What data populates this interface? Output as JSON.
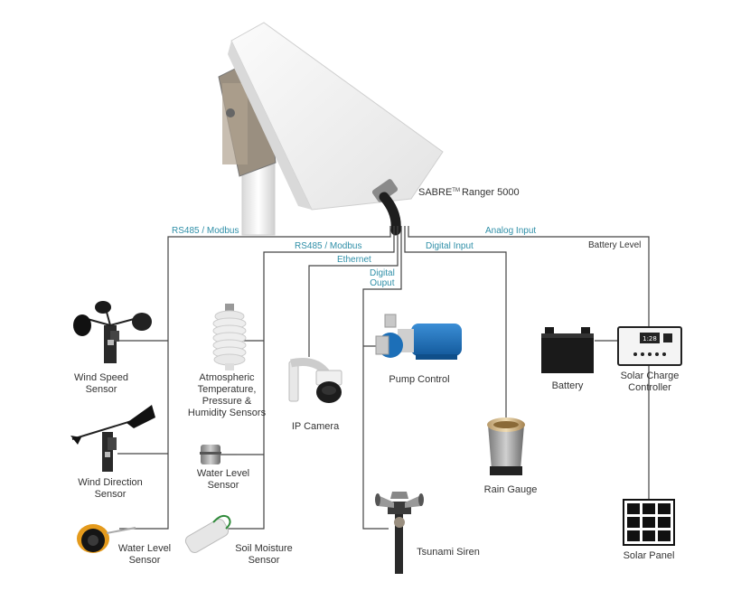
{
  "device": {
    "name": "SABRE",
    "tm": "TM",
    "model": "Ranger 5000"
  },
  "connections": {
    "rs485_1": "RS485 / Modbus",
    "rs485_2": "RS485 / Modbus",
    "ethernet": "Ethernet",
    "digital_output": "Digital\nOuput",
    "digital_input": "Digital Input",
    "analog_input": "Analog Input",
    "battery_level": "Battery Level"
  },
  "components": {
    "wind_speed": "Wind Speed\nSensor",
    "wind_direction": "Wind Direction\nSensor",
    "water_level_1": "Water Level\nSensor",
    "atmospheric": "Atmospheric\nTemperature,\nPressure &\nHumidity Sensors",
    "water_level_2": "Water Level\nSensor",
    "soil_moisture": "Soil Moisture\nSensor",
    "ip_camera": "IP Camera",
    "pump_control": "Pump Control",
    "tsunami_siren": "Tsunami Siren",
    "rain_gauge": "Rain Gauge",
    "battery": "Battery",
    "solar_charge_controller": "Solar Charge\nController",
    "solar_panel": "Solar Panel",
    "controller_display": "1:28"
  },
  "colors": {
    "wire": "#444444",
    "connection_label": "#2f8fa8",
    "device_body": "#f2f2f2",
    "pump_blue": "#1c6fb8"
  }
}
